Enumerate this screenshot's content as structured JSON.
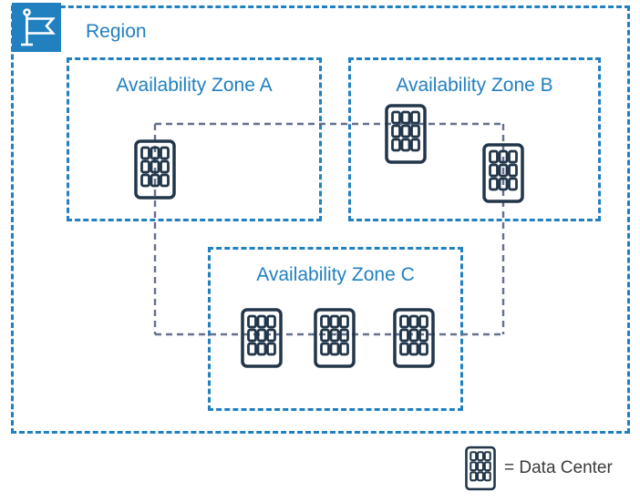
{
  "colors": {
    "blue": "#2180c0",
    "navy": "#22364a",
    "connector": "#64708c",
    "legend-text": "#3a3a3a",
    "background": "#ffffff"
  },
  "region": {
    "label": "Region",
    "icon": "flag-icon"
  },
  "zones": [
    {
      "id": "A",
      "label": "Availability Zone A",
      "data_center_count": 1
    },
    {
      "id": "B",
      "label": "Availability Zone B",
      "data_center_count": 2
    },
    {
      "id": "C",
      "label": "Availability Zone C",
      "data_center_count": 3
    }
  ],
  "legend": {
    "icon": "data-center-icon",
    "text": "= Data Center"
  }
}
